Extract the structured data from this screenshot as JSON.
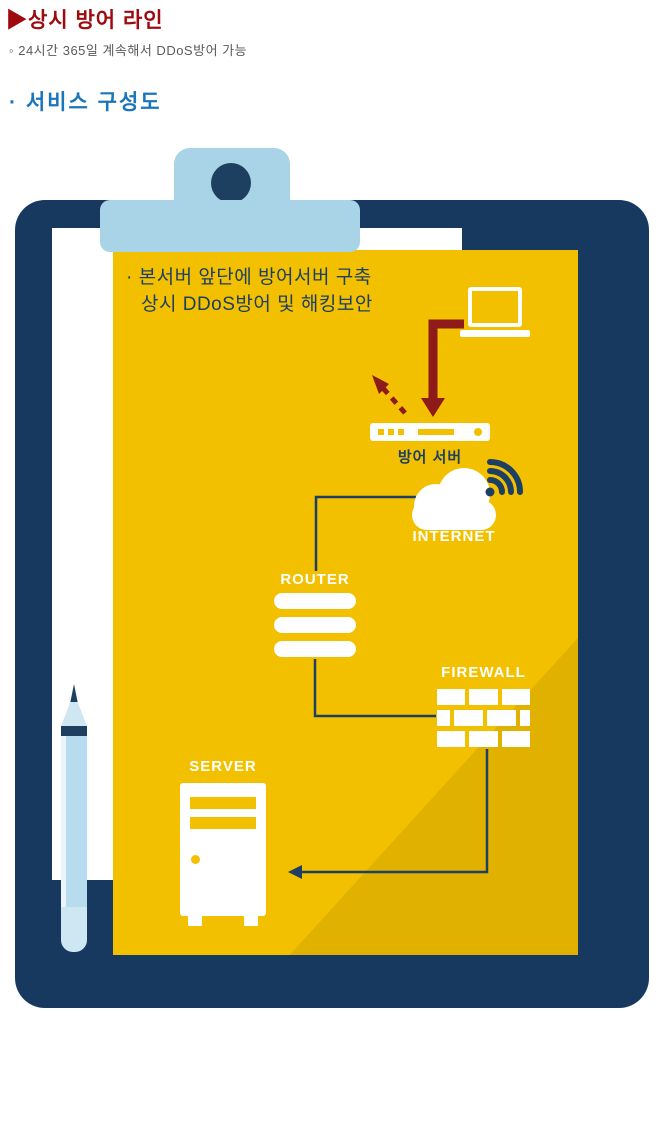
{
  "header": {
    "title": "▶상시 방어 라인",
    "subtitle": "◦ 24시간 365일 계속해서 DDoS방어 가능",
    "section_heading": "· 서비스  구성도"
  },
  "diagram": {
    "note_line1": "· 본서버 앞단에 방어서버 구축",
    "note_line2": "상시 DDoS방어 및 해킹보안",
    "labels": {
      "defense_server": "방어 서버",
      "internet": "INTERNET",
      "router": "ROUTER",
      "firewall": "FIREWALL",
      "server": "SERVER"
    }
  },
  "colors": {
    "title_red": "#9e0b0f",
    "heading_blue": "#1b75bb",
    "clipboard_navy": "#17395f",
    "clip_blue": "#a9d3e6",
    "paper_yellow": "#f3c000",
    "attack_arrow_red": "#8e1a1a",
    "diagram_navy": "#1d3f63",
    "icon_white": "#ffffff"
  }
}
